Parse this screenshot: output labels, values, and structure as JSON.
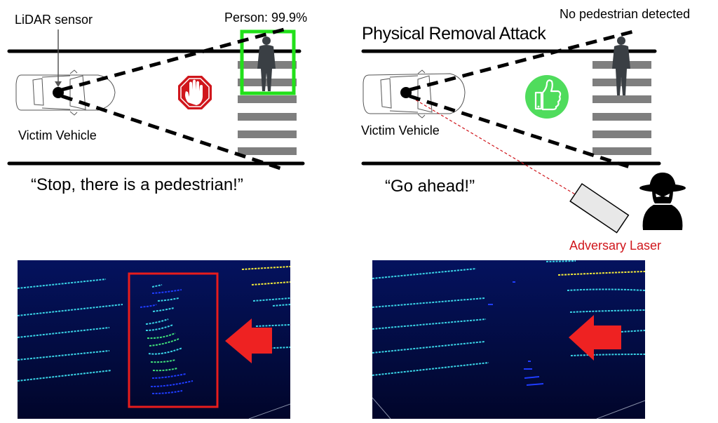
{
  "left_scenario": {
    "sensor_label": "LiDAR sensor",
    "detection_label": "Person: 99.9%",
    "vehicle_label": "Victim Vehicle",
    "quote": "“Stop, there is a pedestrian!”",
    "sign_icon": "stop-hand-icon",
    "bbox_color": "#22e01a",
    "sign_color": "#d0161c"
  },
  "right_scenario": {
    "title": "Physical Removal Attack",
    "detection_label": "No pedestrian detected",
    "vehicle_label": "Victim Vehicle",
    "quote": "“Go ahead!”",
    "sign_icon": "thumbs-up-icon",
    "sign_color": "#4fdc5c",
    "adversary_label": "Adversary Laser",
    "adversary_color": "#d0161c"
  },
  "lidar_views": {
    "left": {
      "highlight": "pedestrian-point-cloud",
      "box_color": "#e81c1c",
      "arrow_color": "#ee2222"
    },
    "right": {
      "highlight": "removed-points",
      "arrow_color": "#ee2222"
    },
    "background_color": "#04125e",
    "point_colors": [
      "#39d3e6",
      "#f2e93a",
      "#1f3cff",
      "#3fe07a"
    ]
  }
}
